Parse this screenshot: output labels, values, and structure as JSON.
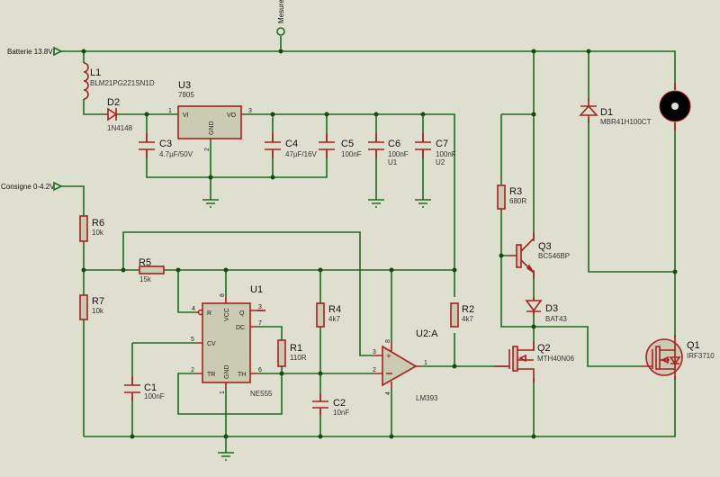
{
  "nets": {
    "battery": "Batterie 13.8V",
    "setpoint": "Consigne 0-4.2V",
    "measure": "Mesure"
  },
  "components": {
    "L1": {
      "ref": "L1",
      "value": "BLM21PG221SN1D"
    },
    "D2": {
      "ref": "D2",
      "value": "1N4148"
    },
    "U3": {
      "ref": "U3",
      "value": "7805",
      "pins": {
        "vi": "VI",
        "vo": "VO",
        "gnd": "GND",
        "p1": "1",
        "p2": "2",
        "p3": "3"
      }
    },
    "C3": {
      "ref": "C3",
      "value": "4.7µF/50V"
    },
    "C4": {
      "ref": "C4",
      "value": "47µF/16V"
    },
    "C5": {
      "ref": "C5",
      "value": "100nF"
    },
    "C6": {
      "ref": "C6",
      "value": "100nF",
      "note": "U1"
    },
    "C7": {
      "ref": "C7",
      "value": "100nF",
      "note": "U2"
    },
    "R6": {
      "ref": "R6",
      "value": "10k"
    },
    "R7": {
      "ref": "R7",
      "value": "10k"
    },
    "R5": {
      "ref": "R5",
      "value": "15k"
    },
    "U1": {
      "ref": "U1",
      "value": "NE555",
      "pins": {
        "r": "R",
        "vcc": "VCC",
        "q": "Q",
        "dc": "DC",
        "cv": "CV",
        "tr": "TR",
        "gnd": "GND",
        "th": "TH",
        "p1": "1",
        "p2": "2",
        "p3": "3",
        "p4": "4",
        "p5": "5",
        "p6": "6",
        "p7": "7",
        "p8": "8"
      }
    },
    "C1": {
      "ref": "C1",
      "value": "100nF"
    },
    "R1": {
      "ref": "R1",
      "value": "110R"
    },
    "R4": {
      "ref": "R4",
      "value": "4k7"
    },
    "C2": {
      "ref": "C2",
      "value": "10nF"
    },
    "U2": {
      "ref": "U2:A",
      "value": "LM393",
      "pins": {
        "p1": "1",
        "p2": "2",
        "p3": "3",
        "p4": "4",
        "p8": "8"
      }
    },
    "R2": {
      "ref": "R2",
      "value": "4k7"
    },
    "R3": {
      "ref": "R3",
      "value": "680R"
    },
    "Q3": {
      "ref": "Q3",
      "value": "BC546BP"
    },
    "D3": {
      "ref": "D3",
      "value": "BAT43"
    },
    "Q2": {
      "ref": "Q2",
      "value": "MTH40N06"
    },
    "D1": {
      "ref": "D1",
      "value": "MBR41H100CT"
    },
    "Q1": {
      "ref": "Q1",
      "value": "IRF3710"
    }
  },
  "colors": {
    "background": "#dfdfd0",
    "wire": "#1f6b1f",
    "component": "#a82020",
    "body": "#cbcbb4"
  }
}
